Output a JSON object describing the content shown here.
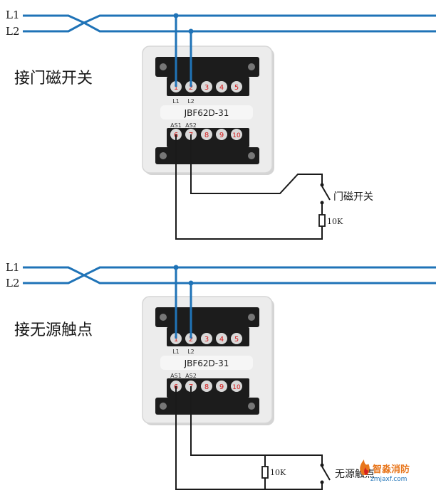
{
  "colors": {
    "bus_line": "#1f73b7",
    "wire": "#1a1a1a",
    "module_bg": "#ececec",
    "module_border": "#d6d6d6",
    "terminal_block": "#1c1c1c",
    "terminal_screw": "#d9d9d9",
    "terminal_number": "#d62020",
    "brand_orange": "#e8761c"
  },
  "diagrams": [
    {
      "id": "door-contact",
      "bus_labels": [
        "L1",
        "L2"
      ],
      "title": "接门磁开关",
      "module_model": "JBF62D-31",
      "top_terminals": [
        "1",
        "2",
        "3",
        "4",
        "5"
      ],
      "top_terminal_labels": [
        "L1",
        "L2"
      ],
      "bottom_terminals": [
        "6",
        "7",
        "8",
        "9",
        "10"
      ],
      "bottom_terminal_labels": [
        "AS1",
        "AS2"
      ],
      "switch_label": "门磁开关",
      "resistor_label": "10K"
    },
    {
      "id": "dry-contact",
      "bus_labels": [
        "L1",
        "L2"
      ],
      "title": "接无源触点",
      "module_model": "JBF62D-31",
      "top_terminals": [
        "1",
        "2",
        "3",
        "4",
        "5"
      ],
      "top_terminal_labels": [
        "L1",
        "L2"
      ],
      "bottom_terminals": [
        "6",
        "7",
        "8",
        "9",
        "10"
      ],
      "bottom_terminal_labels": [
        "AS1",
        "AS2"
      ],
      "switch_label": "无源触点",
      "resistor_label": "10K"
    }
  ],
  "watermark": {
    "brand": "智淼消防",
    "url": "zmjaxf.com"
  }
}
